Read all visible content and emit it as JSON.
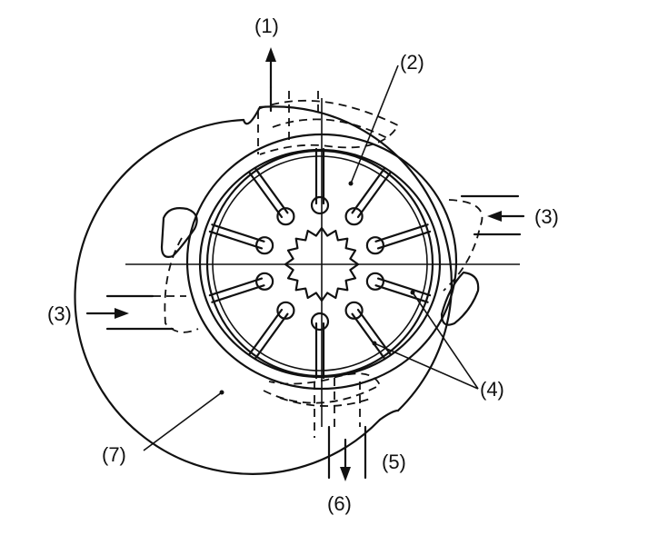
{
  "labels": {
    "l1": "(1)",
    "l2": "(2)",
    "l3_right": "(3)",
    "l3_left": "(3)",
    "l4": "(4)",
    "l5": "(5)",
    "l6": "(6)",
    "l7": "(7)"
  }
}
